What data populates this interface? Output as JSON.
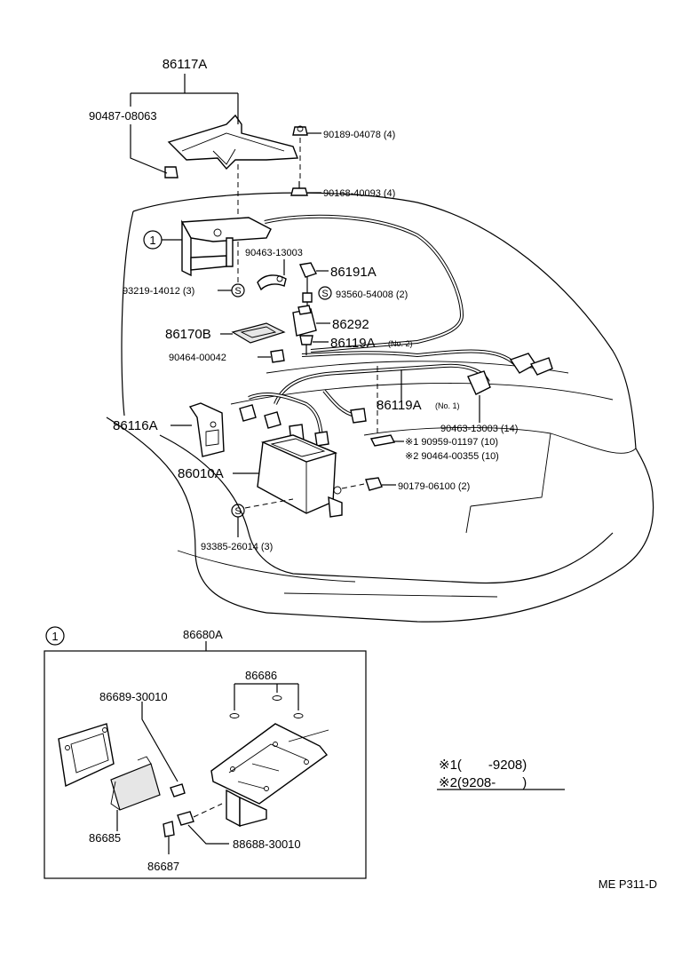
{
  "labels": {
    "l86117A": "86117A",
    "l90487": "90487-08063",
    "l90189": "90189-04078 (4)",
    "l90168": "90168-40093 (4)",
    "l90463a": "90463-13003",
    "l86191A": "86191A",
    "l93219": "93219-14012 (3)",
    "l93560": "93560-54008 (2)",
    "l86292": "86292",
    "l86170B": "86170B",
    "l86119A2": "86119A",
    "l86119A2note": "(No. 2)",
    "l90464a": "90464-00042",
    "l86119A1": "86119A",
    "l86119A1note": "(No. 1)",
    "l90463b": "90463-13003 (14)",
    "l86116A": "86116A",
    "l90959": "※1 90959-01197 (10)",
    "l90464b": "※2 90464-00355 (10)",
    "l86010A": "86010A",
    "l90179": "90179-06100 (2)",
    "l93385": "93385-26014 (3)",
    "l86680A": "86680A",
    "l86686": "86686",
    "l86689": "86689-30010",
    "l86685": "86685",
    "l86688": "88688-30010",
    "l86687": "86687",
    "circle1": "1",
    "circle1b": "1",
    "s1": "S",
    "s2": "S",
    "s3": "S"
  },
  "legend": {
    "row1": "※1(　　-9208)",
    "row2": "※2(9208-　　)"
  },
  "page_code": "ME P311-D"
}
